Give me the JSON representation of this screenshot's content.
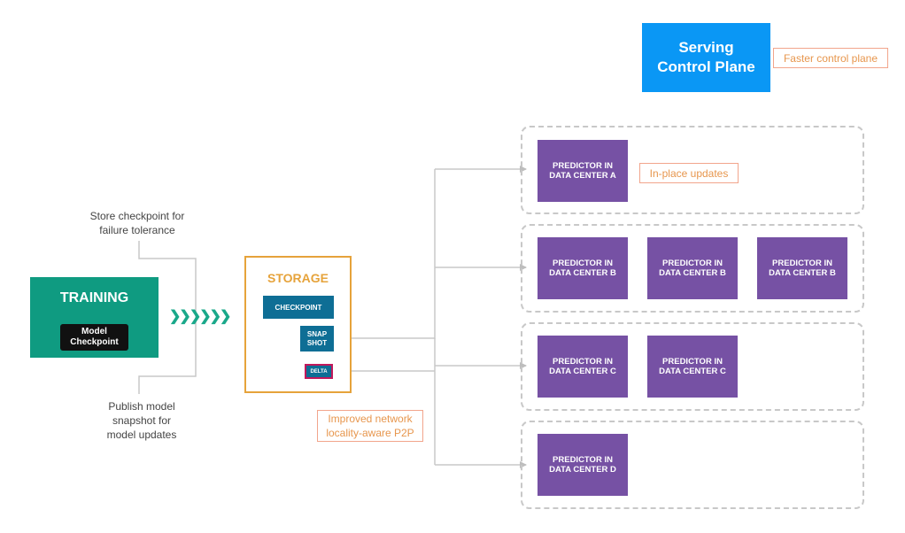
{
  "serving": {
    "line1": "Serving",
    "line2": "Control Plane"
  },
  "notes": {
    "control_plane": "Faster control plane",
    "in_place": "In-place updates",
    "network_line1": "Improved network",
    "network_line2": "locality-aware P2P"
  },
  "annotations": {
    "store_line1": "Store checkpoint for",
    "store_line2": "failure tolerance",
    "publish_line1": "Publish model",
    "publish_line2": "snapshot for",
    "publish_line3": "model updates"
  },
  "training": {
    "title": "TRAINING",
    "chip_line1": "Model",
    "chip_line2": "Checkpoint"
  },
  "flow_arrow": "❯❯❯❯❯❯",
  "storage": {
    "title": "STORAGE",
    "checkpoint": "CHECKPOINT",
    "snap_line1": "SNAP",
    "snap_line2": "SHOT",
    "delta": "DELTA"
  },
  "predictors": {
    "a": [
      "PREDICTOR IN",
      "DATA CENTER A"
    ],
    "b": [
      "PREDICTOR IN",
      "DATA CENTER B"
    ],
    "c": [
      "PREDICTOR IN",
      "DATA CENTER C"
    ],
    "d": [
      "PREDICTOR IN",
      "DATA CENTER D"
    ]
  },
  "colors": {
    "serving": "#0a97f5",
    "training": "#0f9b81",
    "storage_border": "#e6a33b",
    "storage_item": "#0e6e95",
    "predictor": "#7651a4",
    "note_border": "#f2a58c",
    "note_text": "#e7964d",
    "connector": "#c8c8c8"
  }
}
